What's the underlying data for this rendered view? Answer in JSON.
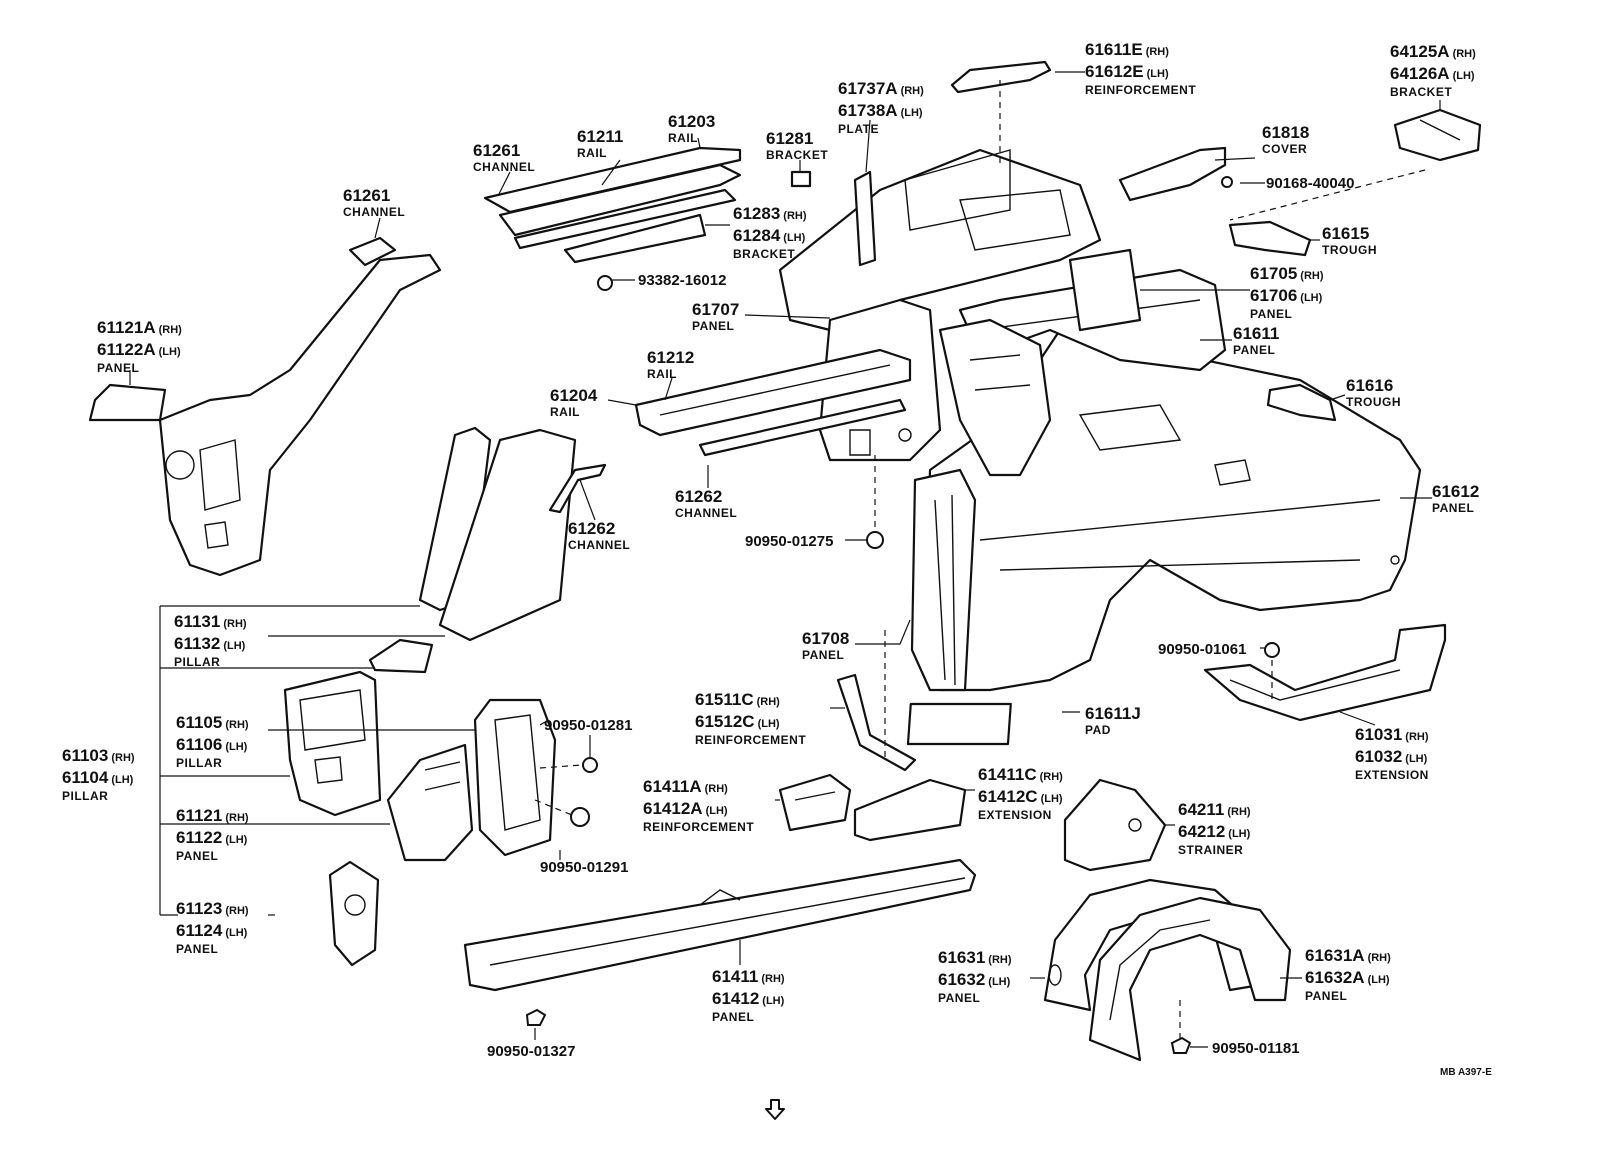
{
  "labels": {
    "l61611E": {
      "n1": "61611E",
      "s1": "(RH)",
      "n2": "61612E",
      "s2": "(LH)",
      "name": "REINFORCEMENT"
    },
    "l64125A": {
      "n1": "64125A",
      "s1": "(RH)",
      "n2": "64126A",
      "s2": "(LH)",
      "name": "BRACKET"
    },
    "l61737A": {
      "n1": "61737A",
      "s1": "(RH)",
      "n2": "61738A",
      "s2": "(LH)",
      "name": "PLATE"
    },
    "l61818": {
      "n1": "61818",
      "name": "COVER"
    },
    "l90168": {
      "n1": "90168-40040"
    },
    "l61203": {
      "n1": "61203",
      "name": "RAIL"
    },
    "l61211": {
      "n1": "61211",
      "name": "RAIL"
    },
    "l61261a": {
      "n1": "61261",
      "name": "CHANNEL"
    },
    "l61281": {
      "n1": "61281",
      "name": "BRACKET"
    },
    "l61283": {
      "n1": "61283",
      "s1": "(RH)",
      "n2": "61284",
      "s2": "(LH)",
      "name": "BRACKET"
    },
    "l61615": {
      "n1": "61615",
      "name": "TROUGH"
    },
    "l61705": {
      "n1": "61705",
      "s1": "(RH)",
      "n2": "61706",
      "s2": "(LH)",
      "name": "PANEL"
    },
    "l61261b": {
      "n1": "61261",
      "name": "CHANNEL"
    },
    "l93382": {
      "n1": "93382-16012"
    },
    "l61707": {
      "n1": "61707",
      "name": "PANEL"
    },
    "l61611": {
      "n1": "61611",
      "name": "PANEL"
    },
    "l61121A": {
      "n1": "61121A",
      "s1": "(RH)",
      "n2": "61122A",
      "s2": "(LH)",
      "name": "PANEL"
    },
    "l61212": {
      "n1": "61212",
      "name": "RAIL"
    },
    "l61616": {
      "n1": "61616",
      "name": "TROUGH"
    },
    "l61204": {
      "n1": "61204",
      "name": "RAIL"
    },
    "l61262a": {
      "n1": "61262",
      "name": "CHANNEL"
    },
    "l61612": {
      "n1": "61612",
      "name": "PANEL"
    },
    "l61262b": {
      "n1": "61262",
      "name": "CHANNEL"
    },
    "l90950_01275": {
      "n1": "90950-01275"
    },
    "l61131": {
      "n1": "61131",
      "s1": "(RH)",
      "n2": "61132",
      "s2": "(LH)",
      "name": "PILLAR"
    },
    "l61708": {
      "n1": "61708",
      "name": "PANEL"
    },
    "l90950_01061": {
      "n1": "90950-01061"
    },
    "l61511C": {
      "n1": "61511C",
      "s1": "(RH)",
      "n2": "61512C",
      "s2": "(LH)",
      "name": "REINFORCEMENT"
    },
    "l61611J": {
      "n1": "61611J",
      "name": "PAD"
    },
    "l61105": {
      "n1": "61105",
      "s1": "(RH)",
      "n2": "61106",
      "s2": "(LH)",
      "name": "PILLAR"
    },
    "l90950_01281": {
      "n1": "90950-01281"
    },
    "l61103": {
      "n1": "61103",
      "s1": "(RH)",
      "n2": "61104",
      "s2": "(LH)",
      "name": "PILLAR"
    },
    "l61031": {
      "n1": "61031",
      "s1": "(RH)",
      "n2": "61032",
      "s2": "(LH)",
      "name": "EXTENSION"
    },
    "l61411A": {
      "n1": "61411A",
      "s1": "(RH)",
      "n2": "61412A",
      "s2": "(LH)",
      "name": "REINFORCEMENT"
    },
    "l61411C": {
      "n1": "61411C",
      "s1": "(RH)",
      "n2": "61412C",
      "s2": "(LH)",
      "name": "EXTENSION"
    },
    "l61121": {
      "n1": "61121",
      "s1": "(RH)",
      "n2": "61122",
      "s2": "(LH)",
      "name": "PANEL"
    },
    "l64211": {
      "n1": "64211",
      "s1": "(RH)",
      "n2": "64212",
      "s2": "(LH)",
      "name": "STRAINER"
    },
    "l90950_01291": {
      "n1": "90950-01291"
    },
    "l61123": {
      "n1": "61123",
      "s1": "(RH)",
      "n2": "61124",
      "s2": "(LH)",
      "name": "PANEL"
    },
    "l61631": {
      "n1": "61631",
      "s1": "(RH)",
      "n2": "61632",
      "s2": "(LH)",
      "name": "PANEL"
    },
    "l61631A": {
      "n1": "61631A",
      "s1": "(RH)",
      "n2": "61632A",
      "s2": "(LH)",
      "name": "PANEL"
    },
    "l61411": {
      "n1": "61411",
      "s1": "(RH)",
      "n2": "61412",
      "s2": "(LH)",
      "name": "PANEL"
    },
    "l90950_01327": {
      "n1": "90950-01327"
    },
    "l90950_01181": {
      "n1": "90950-01181"
    }
  },
  "drawing_code": "MB  A397-E",
  "icons": {
    "next_page": "outline-down-arrow-icon"
  }
}
